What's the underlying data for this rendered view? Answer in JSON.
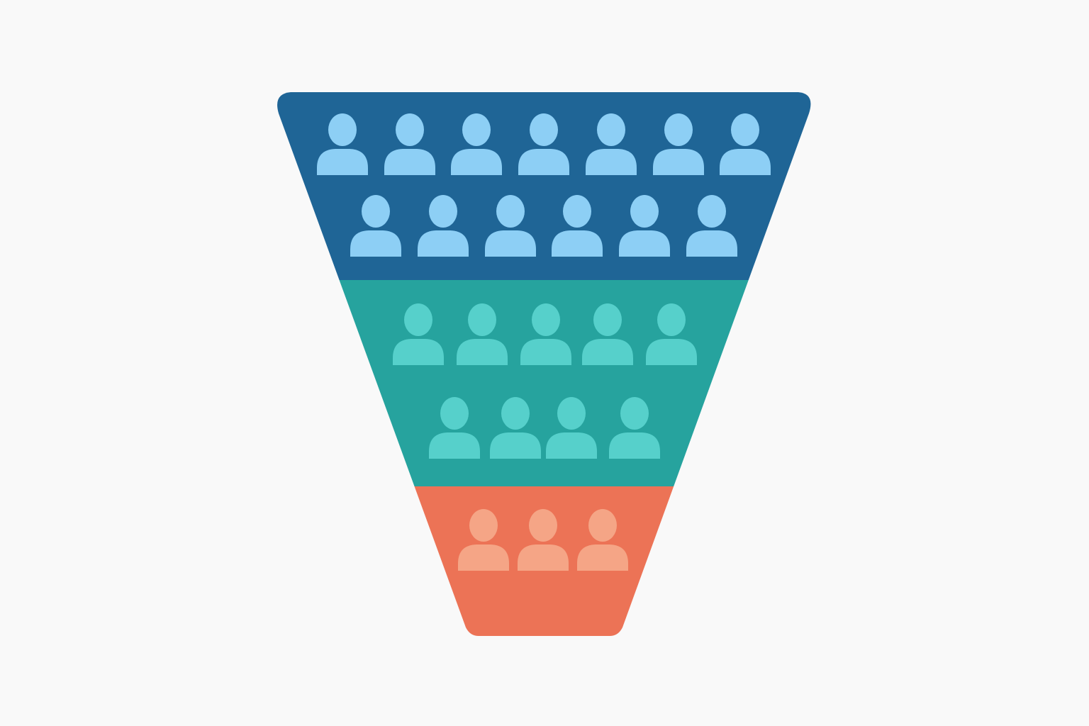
{
  "diagram": {
    "type": "funnel",
    "background": "#f9f9f9",
    "stages": [
      {
        "fill": "#1f6596",
        "icon_color": "#8dcff5",
        "icon": "person-icon",
        "rows": [
          7,
          6
        ]
      },
      {
        "fill": "#26a39e",
        "icon_color": "#56d0cb",
        "icon": "person-icon",
        "rows": [
          5,
          4
        ]
      },
      {
        "fill": "#ec7356",
        "icon_color": "#f5a586",
        "icon": "person-icon",
        "rows": [
          3
        ]
      }
    ]
  }
}
